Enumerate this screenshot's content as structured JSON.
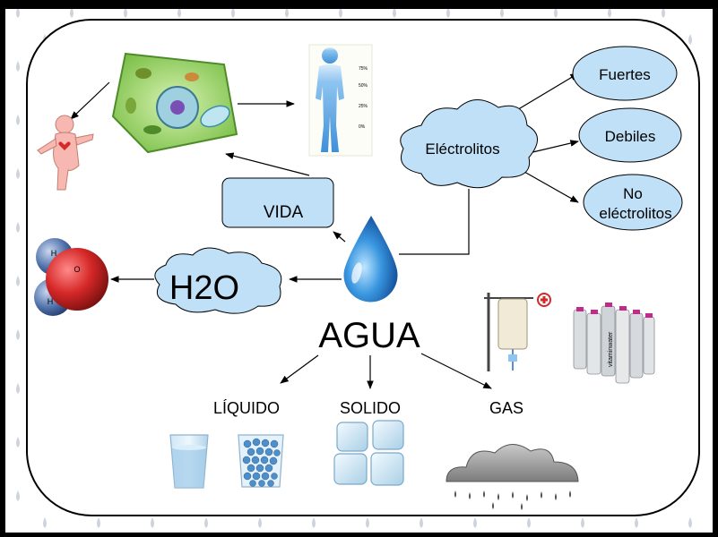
{
  "center": {
    "title": "AGUA"
  },
  "molecule": {
    "label": "H2O",
    "atom_h_1": "H",
    "atom_o": "O",
    "atom_h_2": "H"
  },
  "vida": {
    "label": "VIDA"
  },
  "electrolitos": {
    "label": "Eléctrolitos",
    "types": [
      {
        "line1": "Fuertes",
        "line2": ""
      },
      {
        "line1": "Debiles",
        "line2": ""
      },
      {
        "line1": "No",
        "line2": "eléctrolitos"
      }
    ]
  },
  "states": [
    {
      "label": "LÍQUIDO"
    },
    {
      "label": "SOLIDO"
    },
    {
      "label": "GAS"
    }
  ],
  "body_chart": {
    "ticks": [
      "75%",
      "50%",
      "25%",
      "0%"
    ]
  },
  "bottles": {
    "brand": "vitaminwater"
  },
  "colors": {
    "cloud_fill": "#bfe0f7",
    "box_fill": "#bfe0f7",
    "ellipse_fill": "#bfe0f7",
    "frame_fill": "#ffffff",
    "drop_blue": "#1a6fc4",
    "oxygen_red": "#d62828",
    "hydrogen_blue": "#4d6fa8"
  },
  "icons": [
    "water-drop-icon",
    "cell-icon",
    "baby-icon",
    "human-body-icon",
    "molecule-icon",
    "iv-bag-icon",
    "bottles-icon",
    "glass-icon",
    "beads-glass-icon",
    "ice-cubes-icon",
    "rain-cloud-icon"
  ]
}
